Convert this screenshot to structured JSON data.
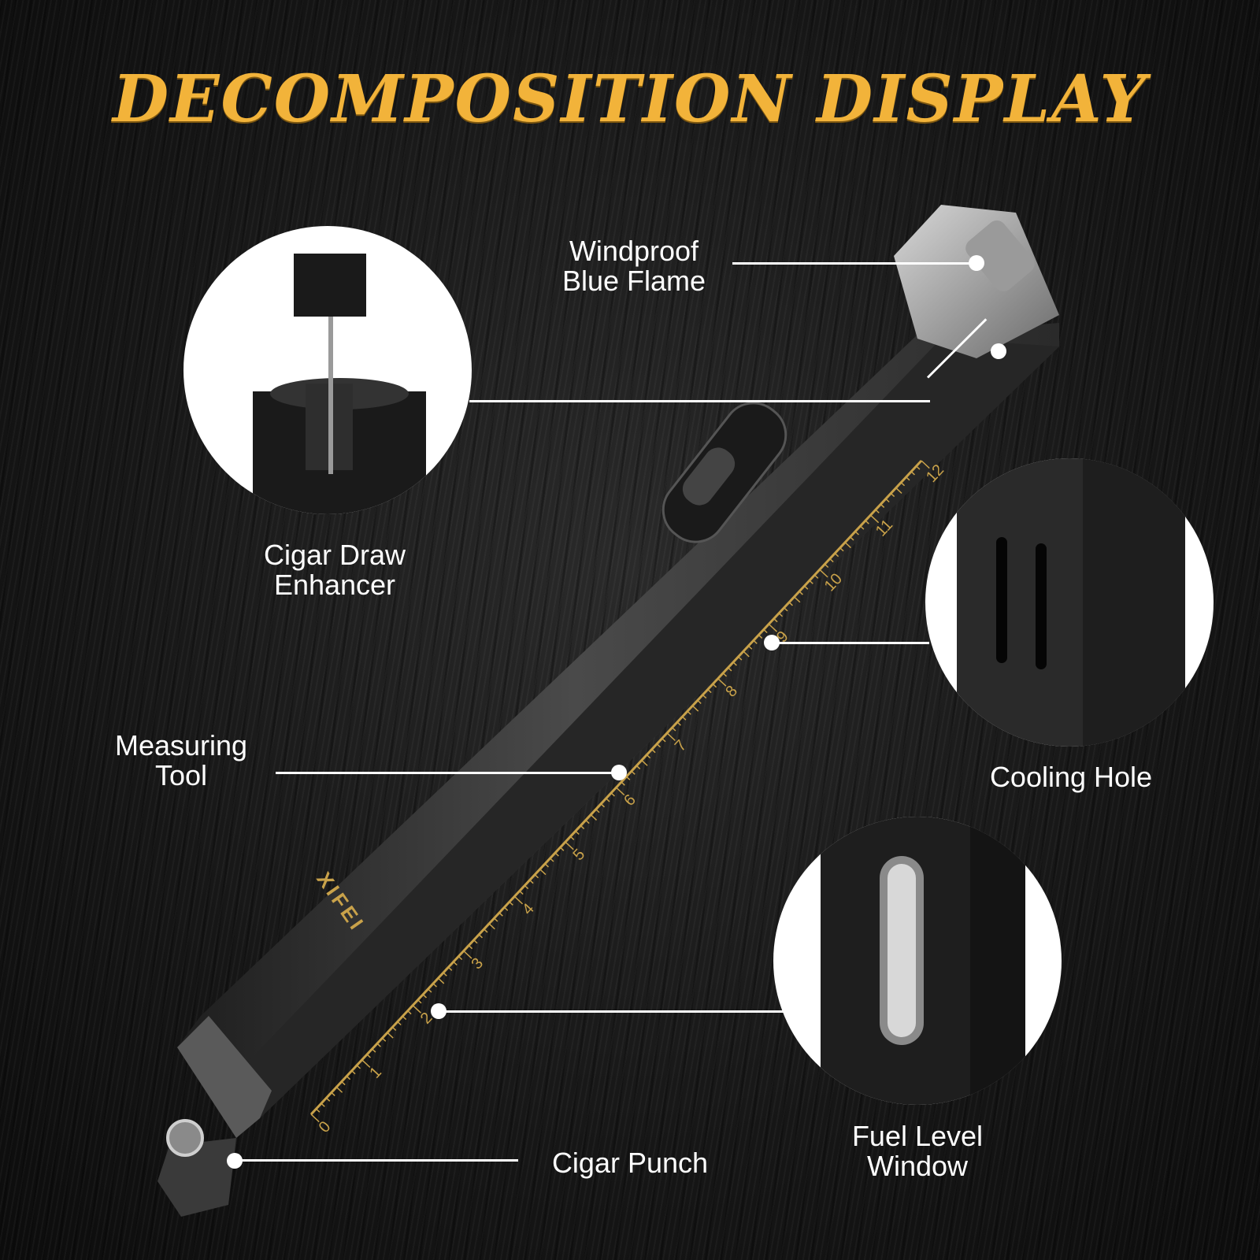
{
  "title": "DECOMPOSITION DISPLAY",
  "brand": "XIFEI",
  "callouts": {
    "windproof": "Windproof\nBlue Flame",
    "draw_enhancer": "Cigar Draw\nEnhancer",
    "measuring_tool": "Measuring\nTool",
    "cooling_hole": "Cooling Hole",
    "fuel_window": "Fuel Level\nWindow",
    "cigar_punch": "Cigar Punch"
  },
  "ruler_numbers": [
    "0",
    "1",
    "2",
    "3",
    "4",
    "5",
    "6",
    "7",
    "8",
    "9",
    "10",
    "11",
    "12"
  ],
  "colors": {
    "title": "#f2b33a",
    "ruler": "#c9a24a",
    "body": "#3a3a3a"
  }
}
